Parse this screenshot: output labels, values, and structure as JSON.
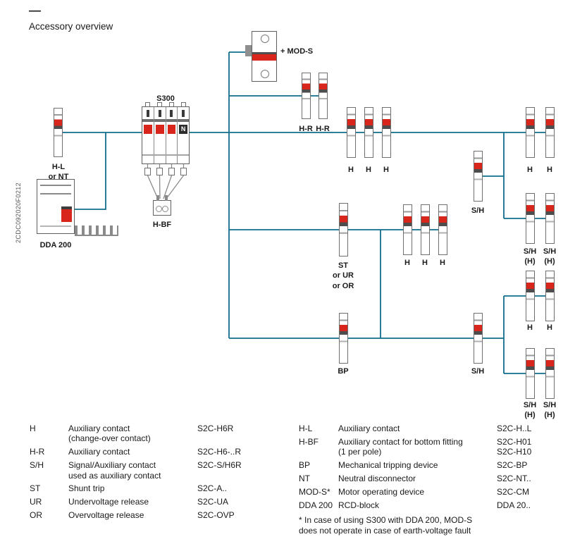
{
  "page": {
    "dash": "—",
    "title": "Accessory overview",
    "watermark": "2CDC092020F0212"
  },
  "diagram": {
    "line_color": "#116e8c",
    "accent_red": "#d9261c",
    "labels": {
      "hl": "H-L\nor NT",
      "s300": "S300",
      "neutral": "N",
      "hbf": "H-BF",
      "dda200": "DDA 200",
      "mods": "+ MOD-S",
      "hr": "H-R",
      "h": "H",
      "st": "ST\nor UR\nor OR",
      "sh": "S/H",
      "shh": "S/H\n(H)",
      "bp": "BP"
    }
  },
  "legend": {
    "left": [
      {
        "term": "H",
        "desc": "Auxiliary contact\n(change-over contact)",
        "code": "S2C-H6R"
      },
      {
        "term": "H-R",
        "desc": "Auxiliary contact",
        "code": "S2C-H6-..R"
      },
      {
        "term": "S/H",
        "desc": "Signal/Auxiliary contact\nused as auxiliary contact",
        "code": "S2C-S/H6R"
      },
      {
        "term": "ST",
        "desc": "Shunt trip",
        "code": "S2C-A.."
      },
      {
        "term": "UR",
        "desc": "Undervoltage release",
        "code": "S2C-UA"
      },
      {
        "term": "OR",
        "desc": "Overvoltage release",
        "code": "S2C-OVP"
      }
    ],
    "right": [
      {
        "term": "H-L",
        "desc": "Auxiliary contact",
        "code": "S2C-H..L"
      },
      {
        "term": "H-BF",
        "desc": "Auxiliary contact for bottom fitting\n(1 per pole)",
        "code": "S2C-H01\nS2C-H10"
      },
      {
        "term": "BP",
        "desc": "Mechanical tripping device",
        "code": "S2C-BP"
      },
      {
        "term": "NT",
        "desc": "Neutral disconnector",
        "code": "S2C-NT.."
      },
      {
        "term": "MOD-S*",
        "desc": "Motor operating device",
        "code": "S2C-CM"
      },
      {
        "term": "DDA 200",
        "desc": "RCD-block",
        "code": "DDA 20.."
      }
    ],
    "footnote": "* In case of using S300 with DDA 200, MOD-S\ndoes not operate in case of earth-voltage fault"
  }
}
